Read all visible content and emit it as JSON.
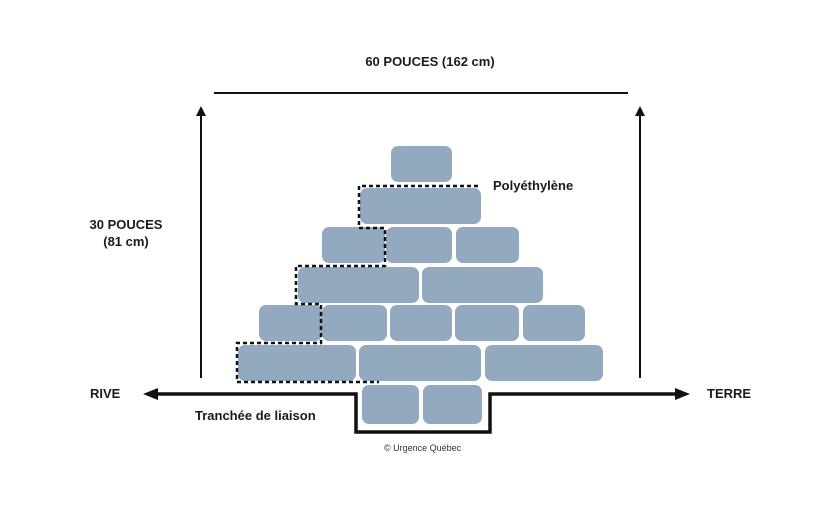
{
  "labels": {
    "width_dimension": "60 POUCES (162 cm)",
    "height_dimension_line1": "30 POUCES",
    "height_dimension_line2": "(81 cm)",
    "polyethylene": "Polyéthylène",
    "shore": "RIVE",
    "land": "TERRE",
    "trench": "Tranchée de liaison",
    "credit": "© Urgence Québec"
  },
  "colors": {
    "sandbag": "#93a9c0",
    "line": "#111111",
    "background": "#ffffff"
  },
  "structure": {
    "sandbag_rows_above_ground": 6,
    "sandbag_rows_in_trench": 1
  }
}
